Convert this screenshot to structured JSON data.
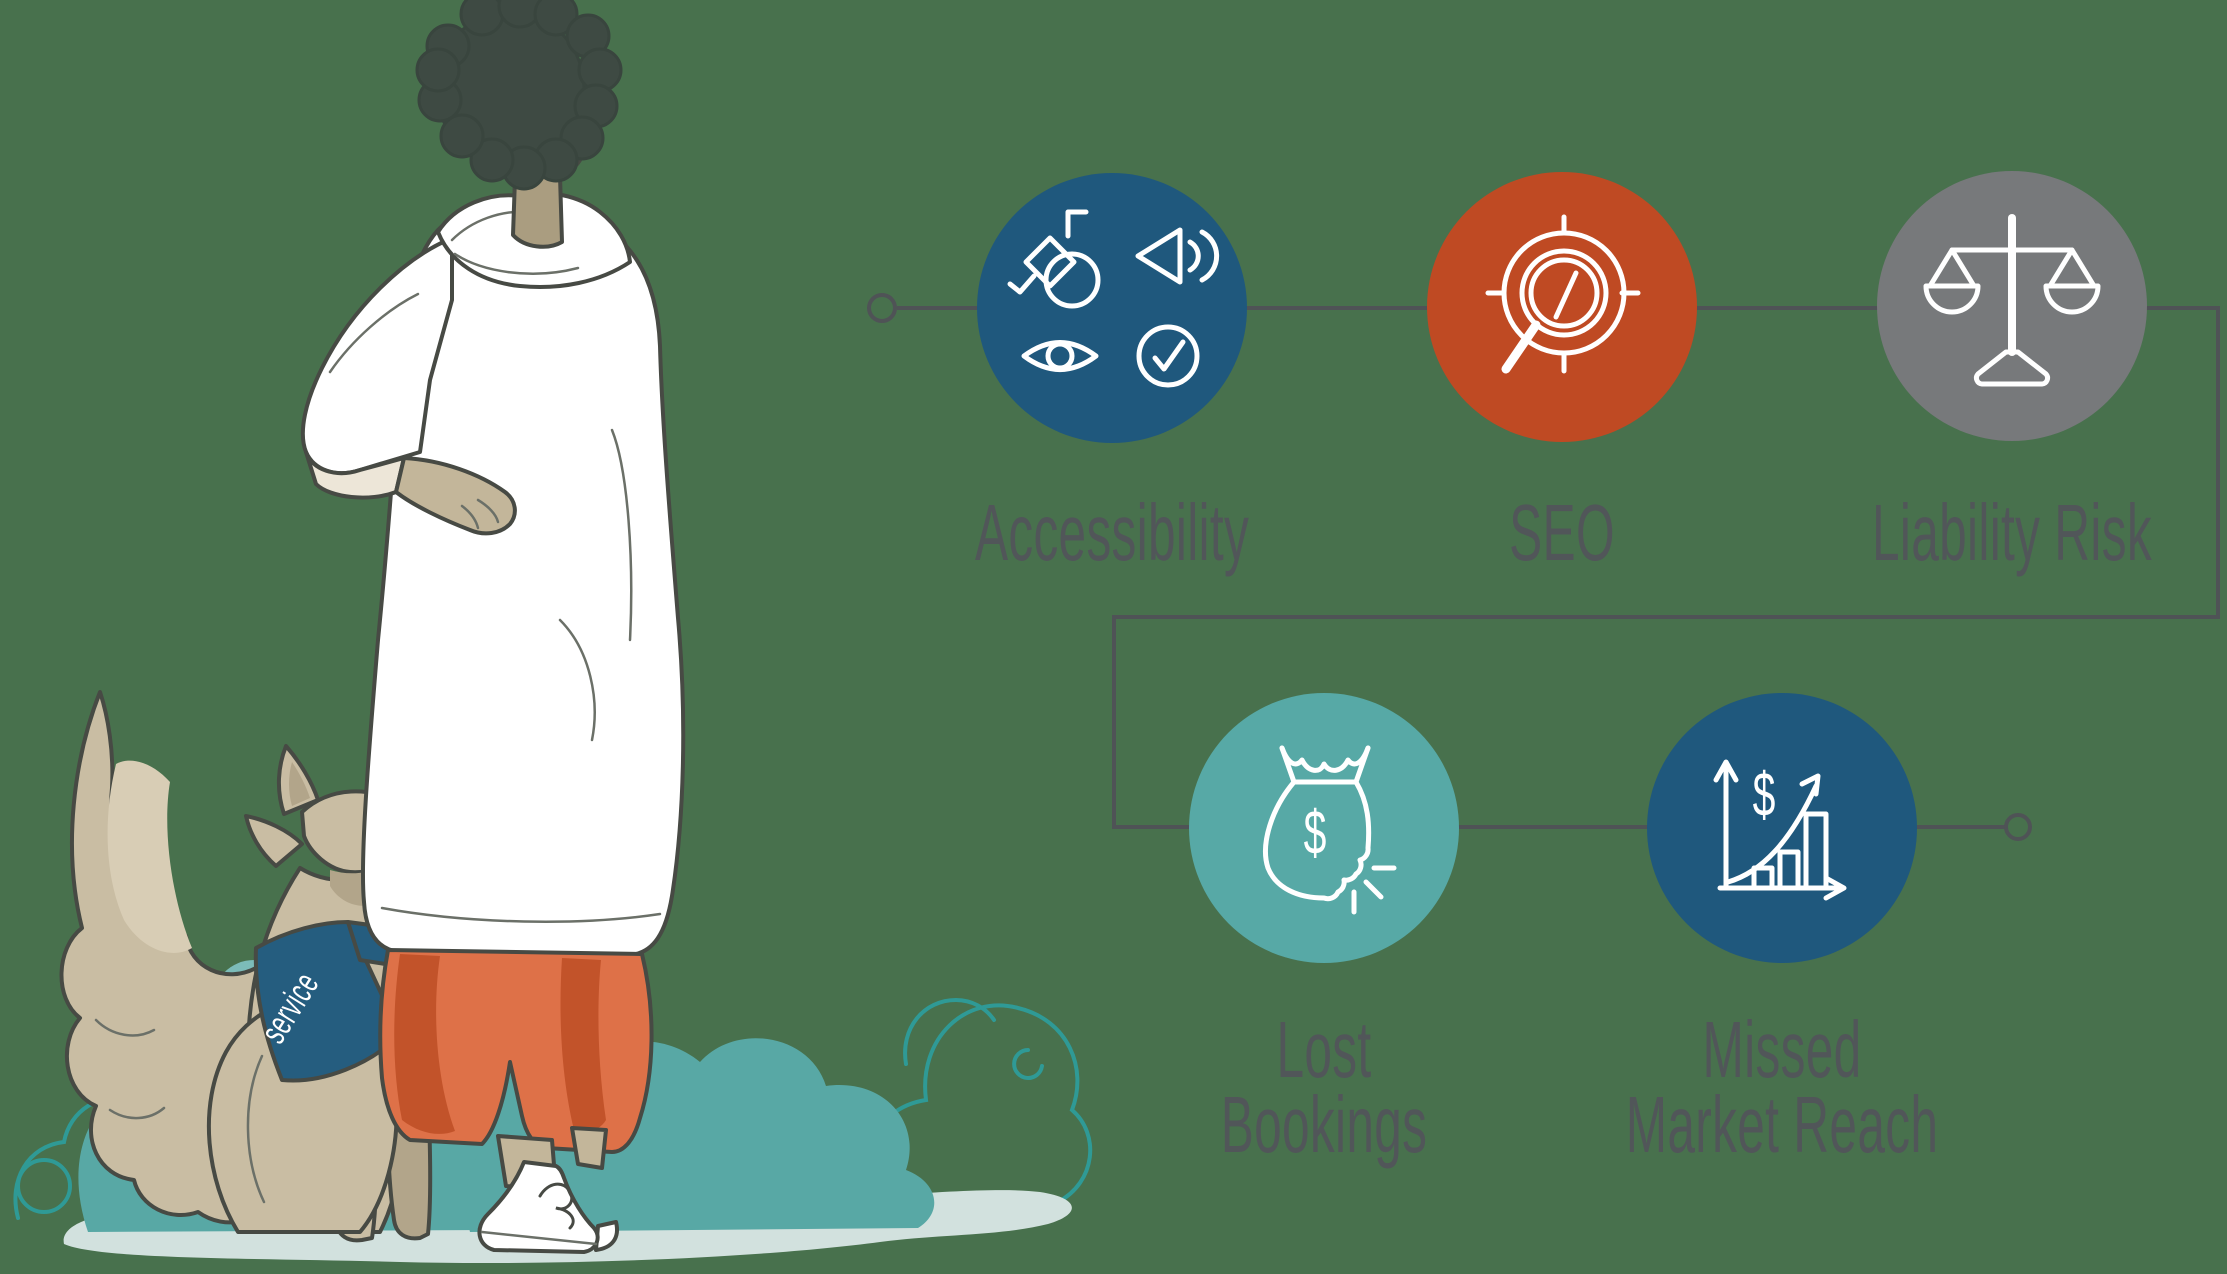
{
  "background_color": "#48714D",
  "illustration": {
    "subject": "person standing with service dog",
    "dog_vest_label": "service",
    "colors": {
      "skin": "#CFC3A6",
      "skin_shadow": "#AA9D80",
      "hair": "#3E4A43",
      "hoodie": "#FFFFFF",
      "hoodie_shadow": "#EDE6D8",
      "pants": "#DE7148",
      "pants_shadow": "#C2532A",
      "dog_fur": "#C9BDA3",
      "dog_fur_shadow": "#B2A58A",
      "vest_blue": "#255D7F",
      "bush_teal": "#58A8A5",
      "ground": "#D2E1DE"
    }
  },
  "diagram": {
    "line_color": "#4F5356",
    "label_color": "#515659",
    "nodes": [
      {
        "id": "accessibility",
        "circle_color": "#1F587D",
        "icon": "accessibility-symbols-icon",
        "label_lines": [
          "Accessibility"
        ]
      },
      {
        "id": "seo",
        "circle_color": "#BF4A23",
        "icon": "search-target-icon",
        "label_lines": [
          "SEO"
        ]
      },
      {
        "id": "liability-risk",
        "circle_color": "#77797B",
        "icon": "scales-of-justice-icon",
        "label_lines": [
          "Liability Risk"
        ]
      },
      {
        "id": "lost-bookings",
        "circle_color": "#57A9A6",
        "icon": "money-bag-bite-icon",
        "label_lines": [
          "Lost",
          "Bookings"
        ],
        "dollar_glyph": "$"
      },
      {
        "id": "missed-market-reach",
        "circle_color": "#1F587D",
        "icon": "growth-chart-icon",
        "label_lines": [
          "Missed",
          "Market Reach"
        ],
        "dollar_glyph": "$"
      }
    ]
  }
}
